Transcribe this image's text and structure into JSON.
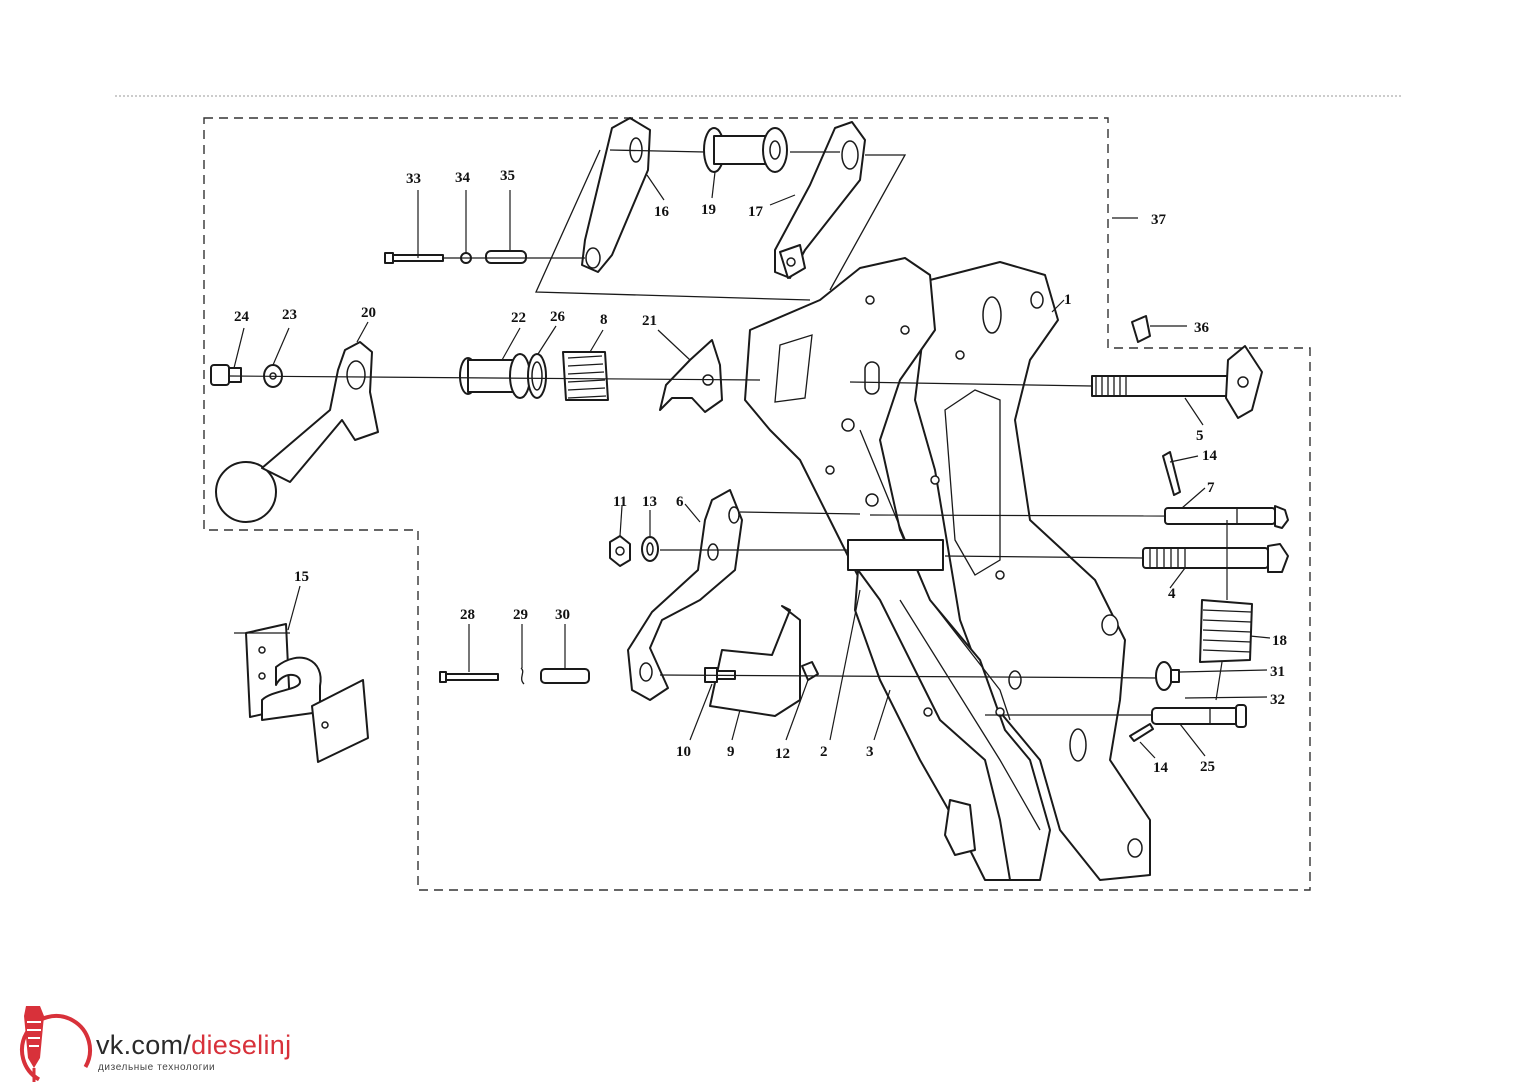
{
  "callouts": [
    {
      "id": "c1",
      "text": "1"
    },
    {
      "id": "c2",
      "text": "2"
    },
    {
      "id": "c3",
      "text": "3"
    },
    {
      "id": "c4",
      "text": "4"
    },
    {
      "id": "c5",
      "text": "5"
    },
    {
      "id": "c6",
      "text": "6"
    },
    {
      "id": "c7",
      "text": "7"
    },
    {
      "id": "c8",
      "text": "8"
    },
    {
      "id": "c9",
      "text": "9"
    },
    {
      "id": "c10",
      "text": "10"
    },
    {
      "id": "c11",
      "text": "11"
    },
    {
      "id": "c12",
      "text": "12"
    },
    {
      "id": "c13",
      "text": "13"
    },
    {
      "id": "c14a",
      "text": "14"
    },
    {
      "id": "c14b",
      "text": "14"
    },
    {
      "id": "c15",
      "text": "15"
    },
    {
      "id": "c16",
      "text": "16"
    },
    {
      "id": "c17",
      "text": "17"
    },
    {
      "id": "c18",
      "text": "18"
    },
    {
      "id": "c19",
      "text": "19"
    },
    {
      "id": "c20",
      "text": "20"
    },
    {
      "id": "c21",
      "text": "21"
    },
    {
      "id": "c22",
      "text": "22"
    },
    {
      "id": "c23",
      "text": "23"
    },
    {
      "id": "c24",
      "text": "24"
    },
    {
      "id": "c25",
      "text": "25"
    },
    {
      "id": "c26",
      "text": "26"
    },
    {
      "id": "c28",
      "text": "28"
    },
    {
      "id": "c29",
      "text": "29"
    },
    {
      "id": "c30",
      "text": "30"
    },
    {
      "id": "c31",
      "text": "31"
    },
    {
      "id": "c32",
      "text": "32"
    },
    {
      "id": "c33",
      "text": "33"
    },
    {
      "id": "c34",
      "text": "34"
    },
    {
      "id": "c35",
      "text": "35"
    },
    {
      "id": "c36",
      "text": "36"
    },
    {
      "id": "c37",
      "text": "37"
    }
  ],
  "watermark": {
    "prefix": "vk.com/",
    "accent": "dieselinj",
    "subtitle": "дизельные технологии",
    "accent_color": "#d8313a",
    "logo_icon": "fuel-injector-icon"
  }
}
